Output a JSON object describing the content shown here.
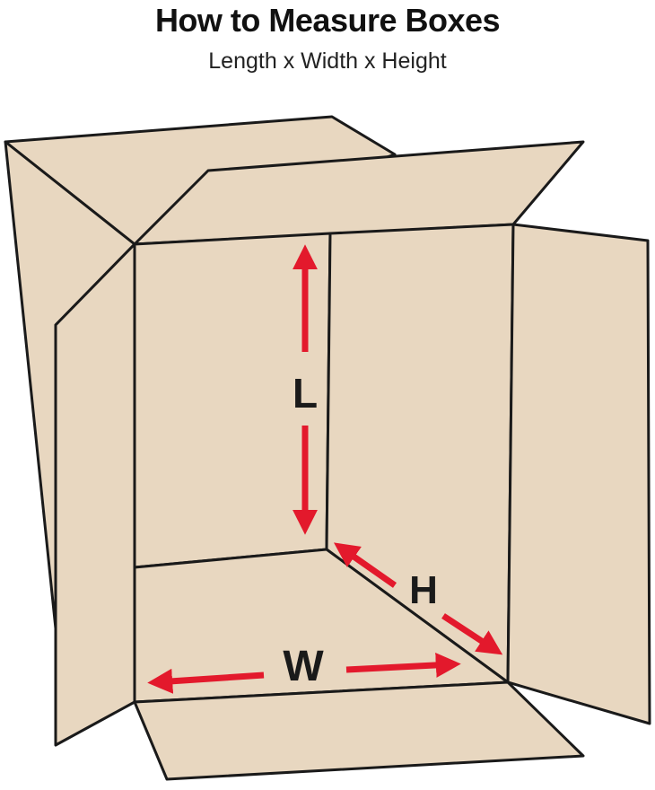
{
  "header": {
    "title": "How to Measure Boxes",
    "subtitle": "Length x Width x Height"
  },
  "dimensions": {
    "length_label": "L",
    "width_label": "W",
    "height_label": "H"
  },
  "colors": {
    "cardboard": "#e8d7c0",
    "cardboard_shadow": "#e2cfb5",
    "outline": "#1a1a1a",
    "arrow": "#e3192c",
    "label": "#1a1a1a"
  }
}
